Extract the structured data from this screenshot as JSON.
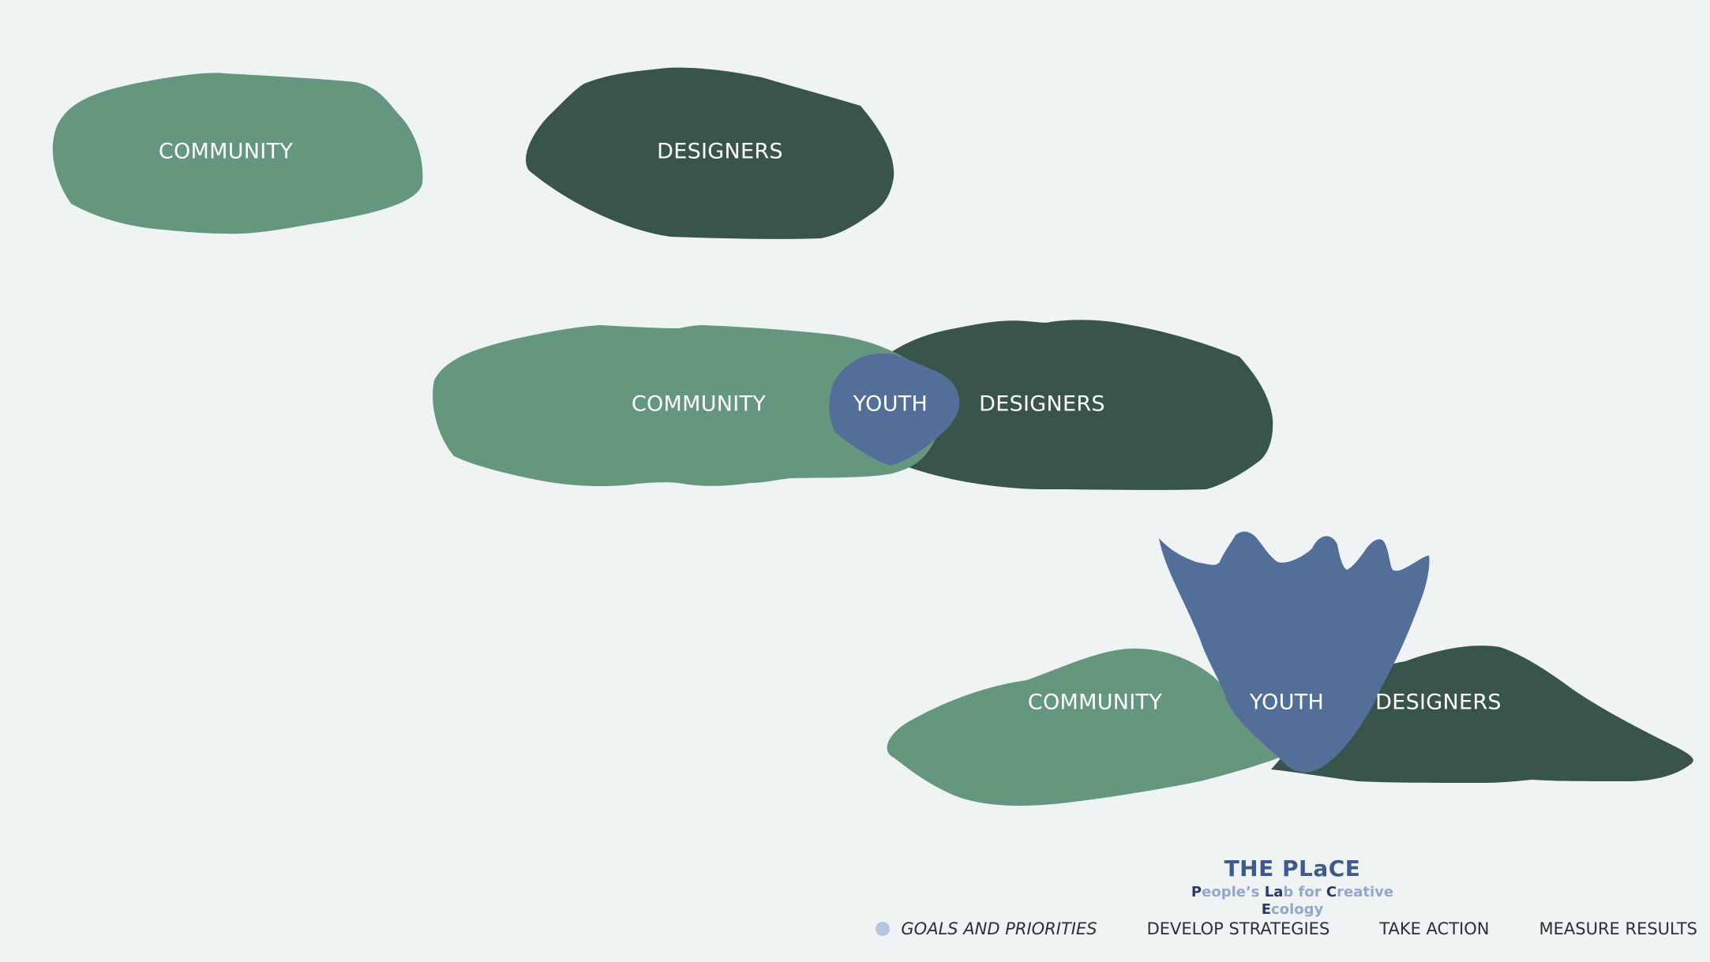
{
  "colors": {
    "background": "#eff3f4",
    "community": "#64977e",
    "designers": "#39544d",
    "youth": "#546e9a",
    "brand_title": "#3f5a8c",
    "brand_subtitle": "#93a8c6",
    "brand_subtitle_highlight": "#263a66",
    "nav_dot": "#b3c6e2"
  },
  "diagram": {
    "stage1": {
      "community_label": "COMMUNITY",
      "designers_label": "DESIGNERS"
    },
    "stage2": {
      "community_label": "COMMUNITY",
      "youth_label": "YOUTH",
      "designers_label": "DESIGNERS"
    },
    "stage3": {
      "community_label": "COMMUNITY",
      "youth_label": "YOUTH",
      "designers_label": "DESIGNERS"
    }
  },
  "brand": {
    "title": "THE PLaCE",
    "subtitle_parts": [
      {
        "text": "P",
        "highlight": true
      },
      {
        "text": "eople’s ",
        "highlight": false
      },
      {
        "text": "La",
        "highlight": true
      },
      {
        "text": "b for ",
        "highlight": false
      },
      {
        "text": "C",
        "highlight": true
      },
      {
        "text": "reative ",
        "highlight": false
      },
      {
        "text": "E",
        "highlight": true
      },
      {
        "text": "cology",
        "highlight": false
      }
    ]
  },
  "nav": {
    "items": [
      {
        "label": "GOALS AND PRIORITIES",
        "active": true
      },
      {
        "label": "DEVELOP STRATEGIES",
        "active": false
      },
      {
        "label": "TAKE ACTION",
        "active": false
      },
      {
        "label": "MEASURE RESULTS",
        "active": false
      }
    ]
  }
}
